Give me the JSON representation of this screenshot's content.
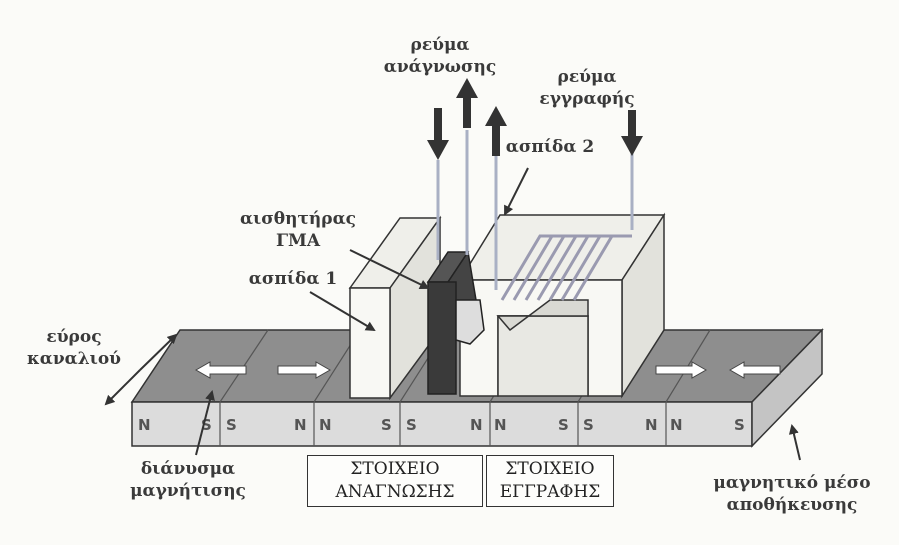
{
  "labels": {
    "read_current": [
      "ρεύμα",
      "ανάγνωσης"
    ],
    "write_current": [
      "ρεύμα",
      "εγγραφής"
    ],
    "shield2": "ασπίδα 2",
    "sensor": [
      "αισθητήρας",
      "ΓΜΑ"
    ],
    "shield1": "ασπίδα 1",
    "channel_width": [
      "εύρος",
      "καναλιού"
    ],
    "magnetization_vector": [
      "διάνυσμα",
      "μαγνήτισης"
    ],
    "storage_medium": [
      "μαγνητικό μέσο",
      "αποθήκευσης"
    ],
    "read_element": [
      "ΣΤΟΙΧΕΙΟ",
      "ΑΝΑΓΝΩΣΗΣ"
    ],
    "write_element": [
      "ΣΤΟΙΧΕΙΟ",
      "ΕΓΓΡΑΦΗΣ"
    ]
  },
  "pole_letters": [
    "N",
    "S",
    "S",
    "N",
    "N",
    "S",
    "S",
    "N",
    "N",
    "S",
    "S",
    "N",
    "N",
    "S"
  ],
  "colors": {
    "strip_top": "#8e8e8e",
    "strip_front": "#dcdcdc",
    "shield": "#f6f6f2",
    "sensor": "#3a3a3a",
    "line": "#333333"
  }
}
